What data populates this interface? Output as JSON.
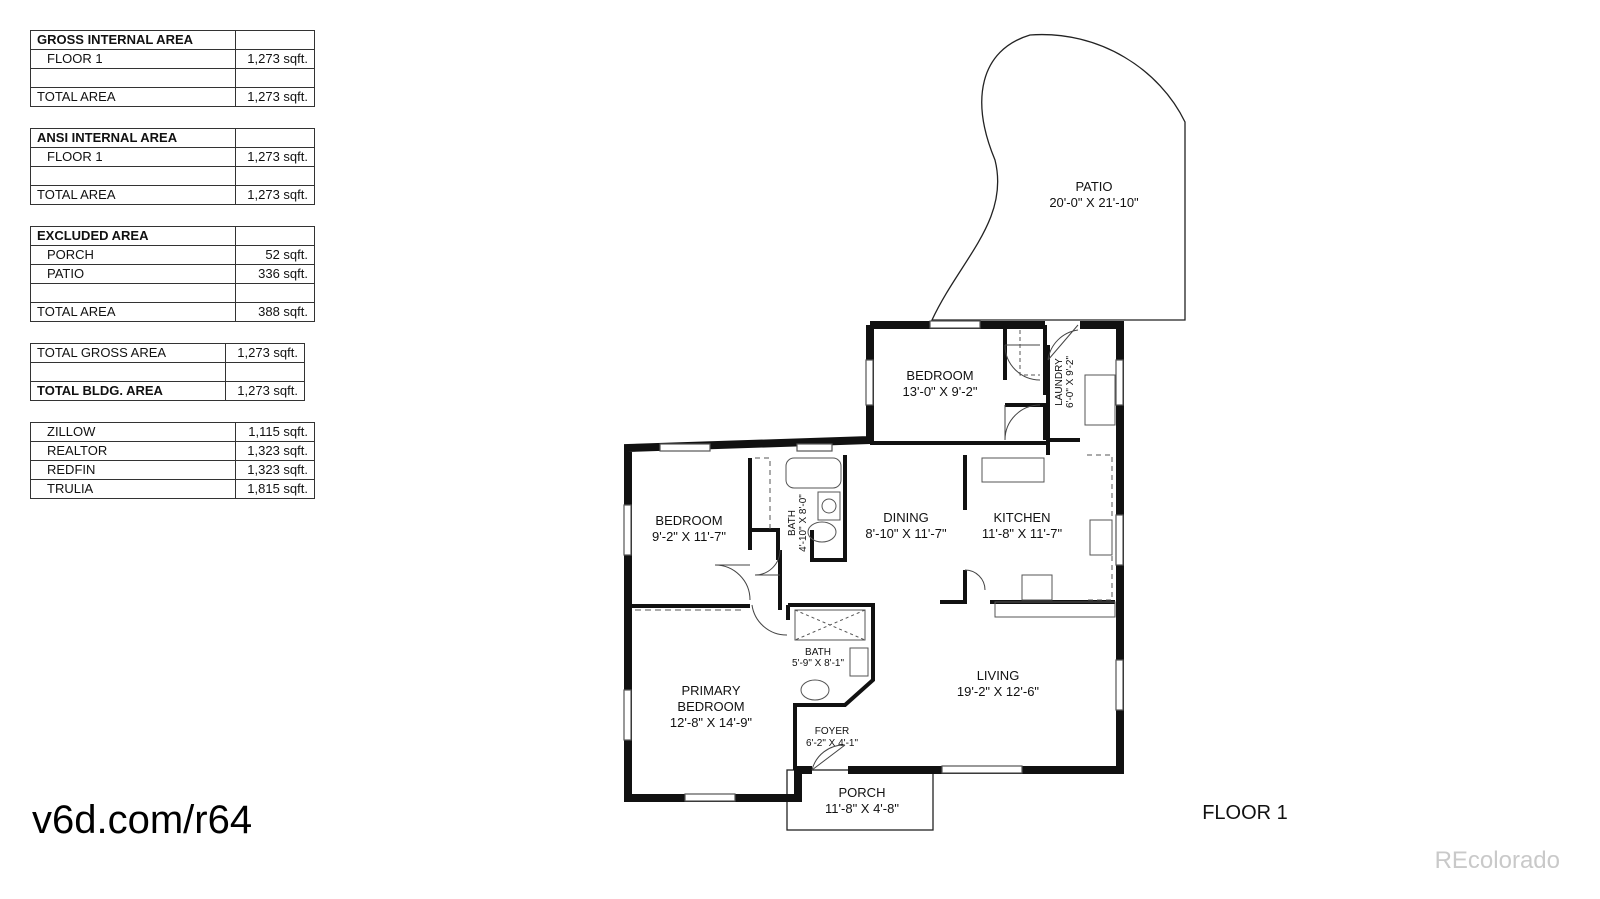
{
  "tables": [
    {
      "rows": [
        {
          "label": "GROSS INTERNAL AREA",
          "value": "",
          "style": "bold"
        },
        {
          "label": "FLOOR 1",
          "value": "1,273 sqft.",
          "style": "indent"
        },
        {
          "label": "",
          "value": "",
          "style": ""
        },
        {
          "label": "TOTAL AREA",
          "value": "1,273 sqft.",
          "style": ""
        }
      ]
    },
    {
      "rows": [
        {
          "label": "ANSI INTERNAL AREA",
          "value": "",
          "style": "bold"
        },
        {
          "label": "FLOOR 1",
          "value": "1,273 sqft.",
          "style": "indent"
        },
        {
          "label": "",
          "value": "",
          "style": ""
        },
        {
          "label": "TOTAL AREA",
          "value": "1,273 sqft.",
          "style": ""
        }
      ]
    },
    {
      "rows": [
        {
          "label": "EXCLUDED AREA",
          "value": "",
          "style": "bold"
        },
        {
          "label": "PORCH",
          "value": "52 sqft.",
          "style": "indent"
        },
        {
          "label": "PATIO",
          "value": "336 sqft.",
          "style": "indent"
        },
        {
          "label": "",
          "value": "",
          "style": ""
        },
        {
          "label": "TOTAL AREA",
          "value": "388 sqft.",
          "style": ""
        }
      ]
    },
    {
      "rows": [
        {
          "label": "TOTAL GROSS AREA",
          "value": "1,273 sqft.",
          "style": ""
        },
        {
          "label": "",
          "value": "",
          "style": ""
        },
        {
          "label": "TOTAL BLDG. AREA",
          "value": "1,273 sqft.",
          "style": "bold"
        }
      ]
    },
    {
      "rows": [
        {
          "label": "ZILLOW",
          "value": "1,115 sqft.",
          "style": "indent"
        },
        {
          "label": "REALTOR",
          "value": "1,323 sqft.",
          "style": "indent"
        },
        {
          "label": "REDFIN",
          "value": "1,323 sqft.",
          "style": "indent"
        },
        {
          "label": "TRULIA",
          "value": "1,815 sqft.",
          "style": "indent"
        }
      ]
    }
  ],
  "rooms": {
    "patio": {
      "name": "PATIO",
      "size": "20'-0\" X 21'-10\""
    },
    "bedroom_top": {
      "name": "BEDROOM",
      "size": "13'-0\" X 9'-2\""
    },
    "laundry": {
      "name": "LAUNDRY",
      "size": "6'-0\" X 9'-2\""
    },
    "bedroom_left": {
      "name": "BEDROOM",
      "size": "9'-2\" X 11'-7\""
    },
    "bath_top": {
      "name": "BATH",
      "size": "4'-10\" X 8'-0\""
    },
    "dining": {
      "name": "DINING",
      "size": "8'-10\" X 11'-7\""
    },
    "kitchen": {
      "name": "KITCHEN",
      "size": "11'-8\" X 11'-7\""
    },
    "bath_mid": {
      "name": "BATH",
      "size": "5'-9\" X 8'-1\""
    },
    "primary": {
      "line1": "PRIMARY",
      "line2": "BEDROOM",
      "size": "12'-8\" X 14'-9\""
    },
    "living": {
      "name": "LIVING",
      "size": "19'-2\" X 12'-6\""
    },
    "foyer": {
      "name": "FOYER",
      "size": "6'-2\" X 4'-1\""
    },
    "porch": {
      "name": "PORCH",
      "size": "11'-8\" X 4'-8\""
    }
  },
  "floor_label": "FLOOR 1",
  "watermark": "v6d.com/r64",
  "brand": "REcolorado"
}
